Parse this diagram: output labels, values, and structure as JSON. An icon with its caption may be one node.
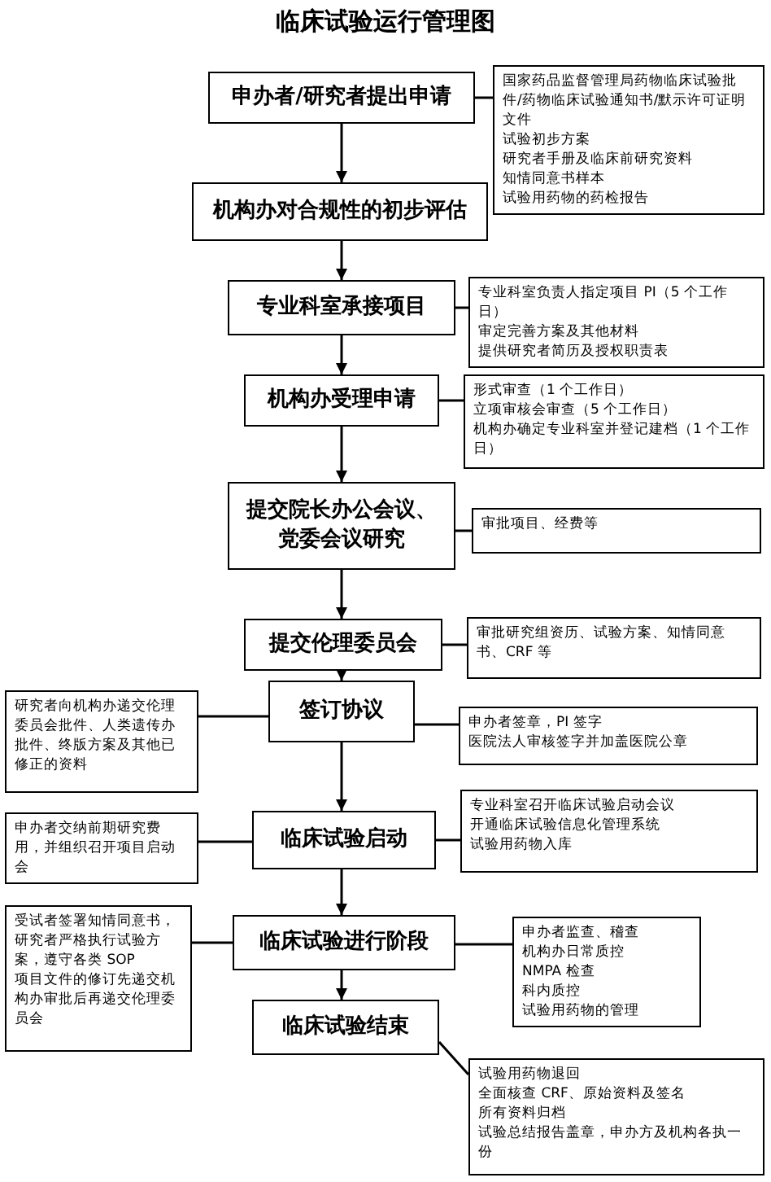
{
  "diagram": {
    "title": "临床试验运行管理图",
    "nodes": [
      {
        "text": [
          "申办者/研究者提出申请"
        ]
      },
      {
        "text": [
          "国家药品监督管理局药物临床试验批件/药物临床试验通知书/默示许可证明文件",
          "试验初步方案",
          "研究者手册及临床前研究资料",
          "知情同意书样本",
          "试验用药物的药检报告"
        ]
      },
      {
        "text": [
          "机构办对合规性的初步评估"
        ]
      },
      {
        "text": [
          "专业科室承接项目"
        ]
      },
      {
        "text": [
          "专业科室负责人指定项目 PI（5 个工作日）",
          "审定完善方案及其他材料",
          "提供研究者简历及授权职责表"
        ]
      },
      {
        "text": [
          "机构办受理申请"
        ]
      },
      {
        "text": [
          "形式审查（1 个工作日）",
          "立项审核会审查（5 个工作日）",
          "机构办确定专业科室并登记建档（1 个工作日）"
        ]
      },
      {
        "text": [
          "提交院长办公会议、党委会议研究"
        ]
      },
      {
        "text": [
          "审批项目、经费等"
        ]
      },
      {
        "text": [
          "提交伦理委员会"
        ]
      },
      {
        "text": [
          "审批研究组资历、试验方案、知情同意书、CRF 等"
        ]
      },
      {
        "text": [
          "研究者向机构办递交伦理委员会批件、人类遗传办批件、终版方案及其他已修正的资料"
        ]
      },
      {
        "text": [
          "签订协议"
        ]
      },
      {
        "text": [
          "申办者签章，PI 签字",
          "医院法人审核签字并加盖医院公章"
        ]
      },
      {
        "text": [
          "申办者交纳前期研究费用，并组织召开项目启动会"
        ]
      },
      {
        "text": [
          "临床试验启动"
        ]
      },
      {
        "text": [
          "专业科室召开临床试验启动会议",
          "开通临床试验信息化管理系统",
          "试验用药物入库"
        ]
      },
      {
        "text": [
          "受试者签署知情同意书，研究者严格执行试验方案，遵守各类 SOP",
          "项目文件的修订先递交机构办审批后再递交伦理委员会"
        ]
      },
      {
        "text": [
          "临床试验进行阶段"
        ]
      },
      {
        "text": [
          "申办者监查、稽查",
          "机构办日常质控",
          "NMPA 检查",
          "科内质控",
          "试验用药物的管理"
        ]
      },
      {
        "text": [
          "临床试验结束"
        ]
      },
      {
        "text": [
          "试验用药物退回",
          "全面核查 CRF、原始资料及签名",
          "所有资料归档",
          "试验总结报告盖章，申办方及机构各执一份"
        ]
      }
    ],
    "edges": [
      {
        "from": 0,
        "to": 2,
        "arrow": "to"
      },
      {
        "from": 2,
        "to": 3,
        "arrow": "to"
      },
      {
        "from": 3,
        "to": 5,
        "arrow": "to"
      },
      {
        "from": 5,
        "to": 7,
        "arrow": "to"
      },
      {
        "from": 7,
        "to": 9,
        "arrow": "to"
      },
      {
        "from": 9,
        "to": 12,
        "arrow": "to"
      },
      {
        "from": 12,
        "to": 15,
        "arrow": "to"
      },
      {
        "from": 15,
        "to": 18,
        "arrow": "to"
      },
      {
        "from": 18,
        "to": 20,
        "arrow": "to"
      },
      {
        "from": 0,
        "to": 1,
        "arrow": "none"
      },
      {
        "from": 3,
        "to": 4,
        "arrow": "none"
      },
      {
        "from": 5,
        "to": 6,
        "arrow": "none"
      },
      {
        "from": 7,
        "to": 8,
        "arrow": "none"
      },
      {
        "from": 9,
        "to": 10,
        "arrow": "none"
      },
      {
        "from": 11,
        "to": 12,
        "arrow": "none"
      },
      {
        "from": 12,
        "to": 13,
        "arrow": "none"
      },
      {
        "from": 14,
        "to": 15,
        "arrow": "none"
      },
      {
        "from": 15,
        "to": 16,
        "arrow": "none"
      },
      {
        "from": 17,
        "to": 18,
        "arrow": "none"
      },
      {
        "from": 18,
        "to": 19,
        "arrow": "none"
      },
      {
        "from": 20,
        "to": 21,
        "arrow": "none"
      }
    ]
  }
}
